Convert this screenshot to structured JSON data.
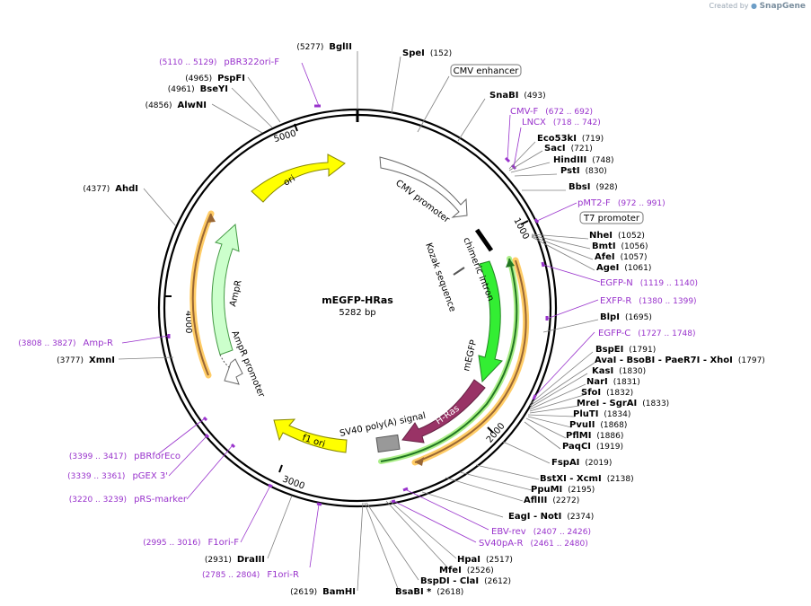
{
  "credit": {
    "prefix": "Created by",
    "brand": "SnapGene"
  },
  "plasmid": {
    "name": "mEGFP-HRas",
    "size_label": "5282 bp"
  },
  "ticks": [
    "1000",
    "2000",
    "3000",
    "4000",
    "5000"
  ],
  "features": {
    "cmv_enhancer": "CMV enhancer",
    "cmv_promoter": "CMV promoter",
    "t7_promoter": "T7 promoter",
    "chimeric_intron": "chimeric intron",
    "kozak": "Kozak sequence",
    "megfp": "mEGFP",
    "hras": "H-Ras",
    "sv40": "SV40 poly(A) signal",
    "f1ori": "f1 ori",
    "ampr_promoter": "AmpR promoter",
    "ampr": "AmpR",
    "ori": "ori"
  },
  "colors": {
    "backbone": "#000000",
    "ori": "#ffff00",
    "megfp": "#33ee33",
    "hras": "#993366",
    "ampr": "#ccffcc",
    "sv40": "#999999",
    "orf_line": "#996633",
    "orf_glow": "#ffcc66",
    "primer": "#9933cc",
    "label_line": "#808080"
  },
  "enzymes_right": [
    {
      "name": "SpeI",
      "pos": "(152)"
    },
    {
      "name": "SnaBI",
      "pos": "(493)"
    },
    {
      "name": "Eco53kI",
      "pos": "(719)"
    },
    {
      "name": "SacI",
      "pos": "(721)"
    },
    {
      "name": "HindIII",
      "pos": "(748)"
    },
    {
      "name": "PstI",
      "pos": "(830)"
    },
    {
      "name": "BbsI",
      "pos": "(928)"
    },
    {
      "name": "NheI",
      "pos": "(1052)"
    },
    {
      "name": "BmtI",
      "pos": "(1056)"
    },
    {
      "name": "AfeI",
      "pos": "(1057)"
    },
    {
      "name": "AgeI",
      "pos": "(1061)"
    },
    {
      "name": "BlpI",
      "pos": "(1695)"
    },
    {
      "name": "BspEI",
      "pos": "(1791)"
    },
    {
      "name": "AvaI  - BsoBI  - PaeR7I  - XhoI",
      "pos": "(1797)"
    },
    {
      "name": "KasI",
      "pos": "(1830)"
    },
    {
      "name": "NarI",
      "pos": "(1831)"
    },
    {
      "name": "SfoI",
      "pos": "(1832)"
    },
    {
      "name": "MreI  - SgrAI",
      "pos": "(1833)"
    },
    {
      "name": "PluTI",
      "pos": "(1834)"
    },
    {
      "name": "PvuII",
      "pos": "(1868)"
    },
    {
      "name": "PflMI",
      "pos": "(1886)"
    },
    {
      "name": "PaqCI",
      "pos": "(1919)"
    },
    {
      "name": "FspAI",
      "pos": "(2019)"
    },
    {
      "name": "BstXI  - XcmI",
      "pos": "(2138)"
    },
    {
      "name": "PpuMI",
      "pos": "(2195)"
    },
    {
      "name": "AflIII",
      "pos": "(2272)"
    },
    {
      "name": "EagI  - NotI",
      "pos": "(2374)"
    },
    {
      "name": "HpaI",
      "pos": "(2517)"
    },
    {
      "name": "MfeI",
      "pos": "(2526)"
    },
    {
      "name": "BspDI  - ClaI",
      "pos": "(2612)"
    },
    {
      "name": "BsaBI *",
      "pos": "(2618)"
    }
  ],
  "primers_right": [
    {
      "name": "CMV-F",
      "pos": "(672 .. 692)"
    },
    {
      "name": "LNCX",
      "pos": "(718 .. 742)"
    },
    {
      "name": "pMT2-F",
      "pos": "(972 .. 991)"
    },
    {
      "name": "EGFP-N",
      "pos": "(1119 .. 1140)"
    },
    {
      "name": "EXFP-R",
      "pos": "(1380 .. 1399)"
    },
    {
      "name": "EGFP-C",
      "pos": "(1727 .. 1748)"
    },
    {
      "name": "EBV-rev",
      "pos": "(2407 .. 2426)"
    },
    {
      "name": "SV40pA-R",
      "pos": "(2461 .. 2480)"
    }
  ],
  "enzymes_left": [
    {
      "name": "BglII",
      "pos": "(5277)"
    },
    {
      "name": "PspFI",
      "pos": "(4965)"
    },
    {
      "name": "BseYI",
      "pos": "(4961)"
    },
    {
      "name": "AlwNI",
      "pos": "(4856)"
    },
    {
      "name": "AhdI",
      "pos": "(4377)"
    },
    {
      "name": "XmnI",
      "pos": "(3777)"
    },
    {
      "name": "DraIII",
      "pos": "(2931)"
    },
    {
      "name": "BamHI",
      "pos": "(2619)"
    }
  ],
  "primers_left": [
    {
      "name": "pBR322ori-F",
      "pos": "(5110 .. 5129)"
    },
    {
      "name": "Amp-R",
      "pos": "(3808 .. 3827)"
    },
    {
      "name": "pBRforEco",
      "pos": "(3399 .. 3417)"
    },
    {
      "name": "pGEX 3'",
      "pos": "(3339 .. 3361)"
    },
    {
      "name": "pRS-marker",
      "pos": "(3220 .. 3239)"
    },
    {
      "name": "F1ori-F",
      "pos": "(2995 .. 3016)"
    },
    {
      "name": "F1ori-R",
      "pos": "(2785 .. 2804)"
    }
  ]
}
